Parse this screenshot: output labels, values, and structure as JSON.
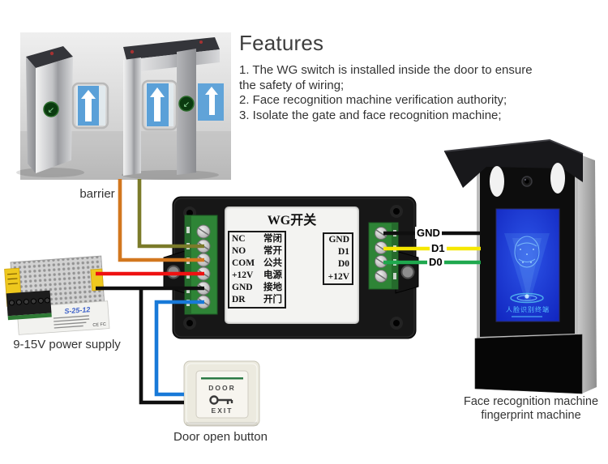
{
  "features": {
    "title": "Features",
    "items": [
      "1. The WG switch is installed inside the door to ensure the safety of wiring;",
      "2. Face recognition machine verification authority;",
      "3. Isolate the gate and face recognition machine;"
    ]
  },
  "barrier": {
    "label": "barrier"
  },
  "power_supply": {
    "label": "9-15V power supply",
    "model": "S-25-12",
    "certifications": "CE FC"
  },
  "wg_switch": {
    "title": "WG开关",
    "left_pins": [
      {
        "pin": "NC",
        "cn": "常闭"
      },
      {
        "pin": "NO",
        "cn": "常开"
      },
      {
        "pin": "COM",
        "cn": "公共"
      },
      {
        "pin": "+12V",
        "cn": "电源"
      },
      {
        "pin": "GND",
        "cn": "接地"
      },
      {
        "pin": "DR",
        "cn": "开门"
      }
    ],
    "right_pins": [
      "GND",
      "D1",
      "D0",
      "+12V"
    ]
  },
  "wires": {
    "labels": {
      "gnd": "GND",
      "d1": "D1",
      "d0": "D0"
    },
    "colors": {
      "olive": "#7b7b2a",
      "orange": "#d2771f",
      "red": "#ee1111",
      "black": "#0f0f0f",
      "blue": "#1879d8",
      "yellow": "#f6e800",
      "green": "#1fa84e"
    }
  },
  "door_button": {
    "label": "Door open button",
    "top_text": "DOOR",
    "bottom_text": "EXIT"
  },
  "face_machine": {
    "label": [
      "Face recognition machine",
      "fingerprint machine"
    ],
    "screen_text": "人脸识别终端"
  }
}
